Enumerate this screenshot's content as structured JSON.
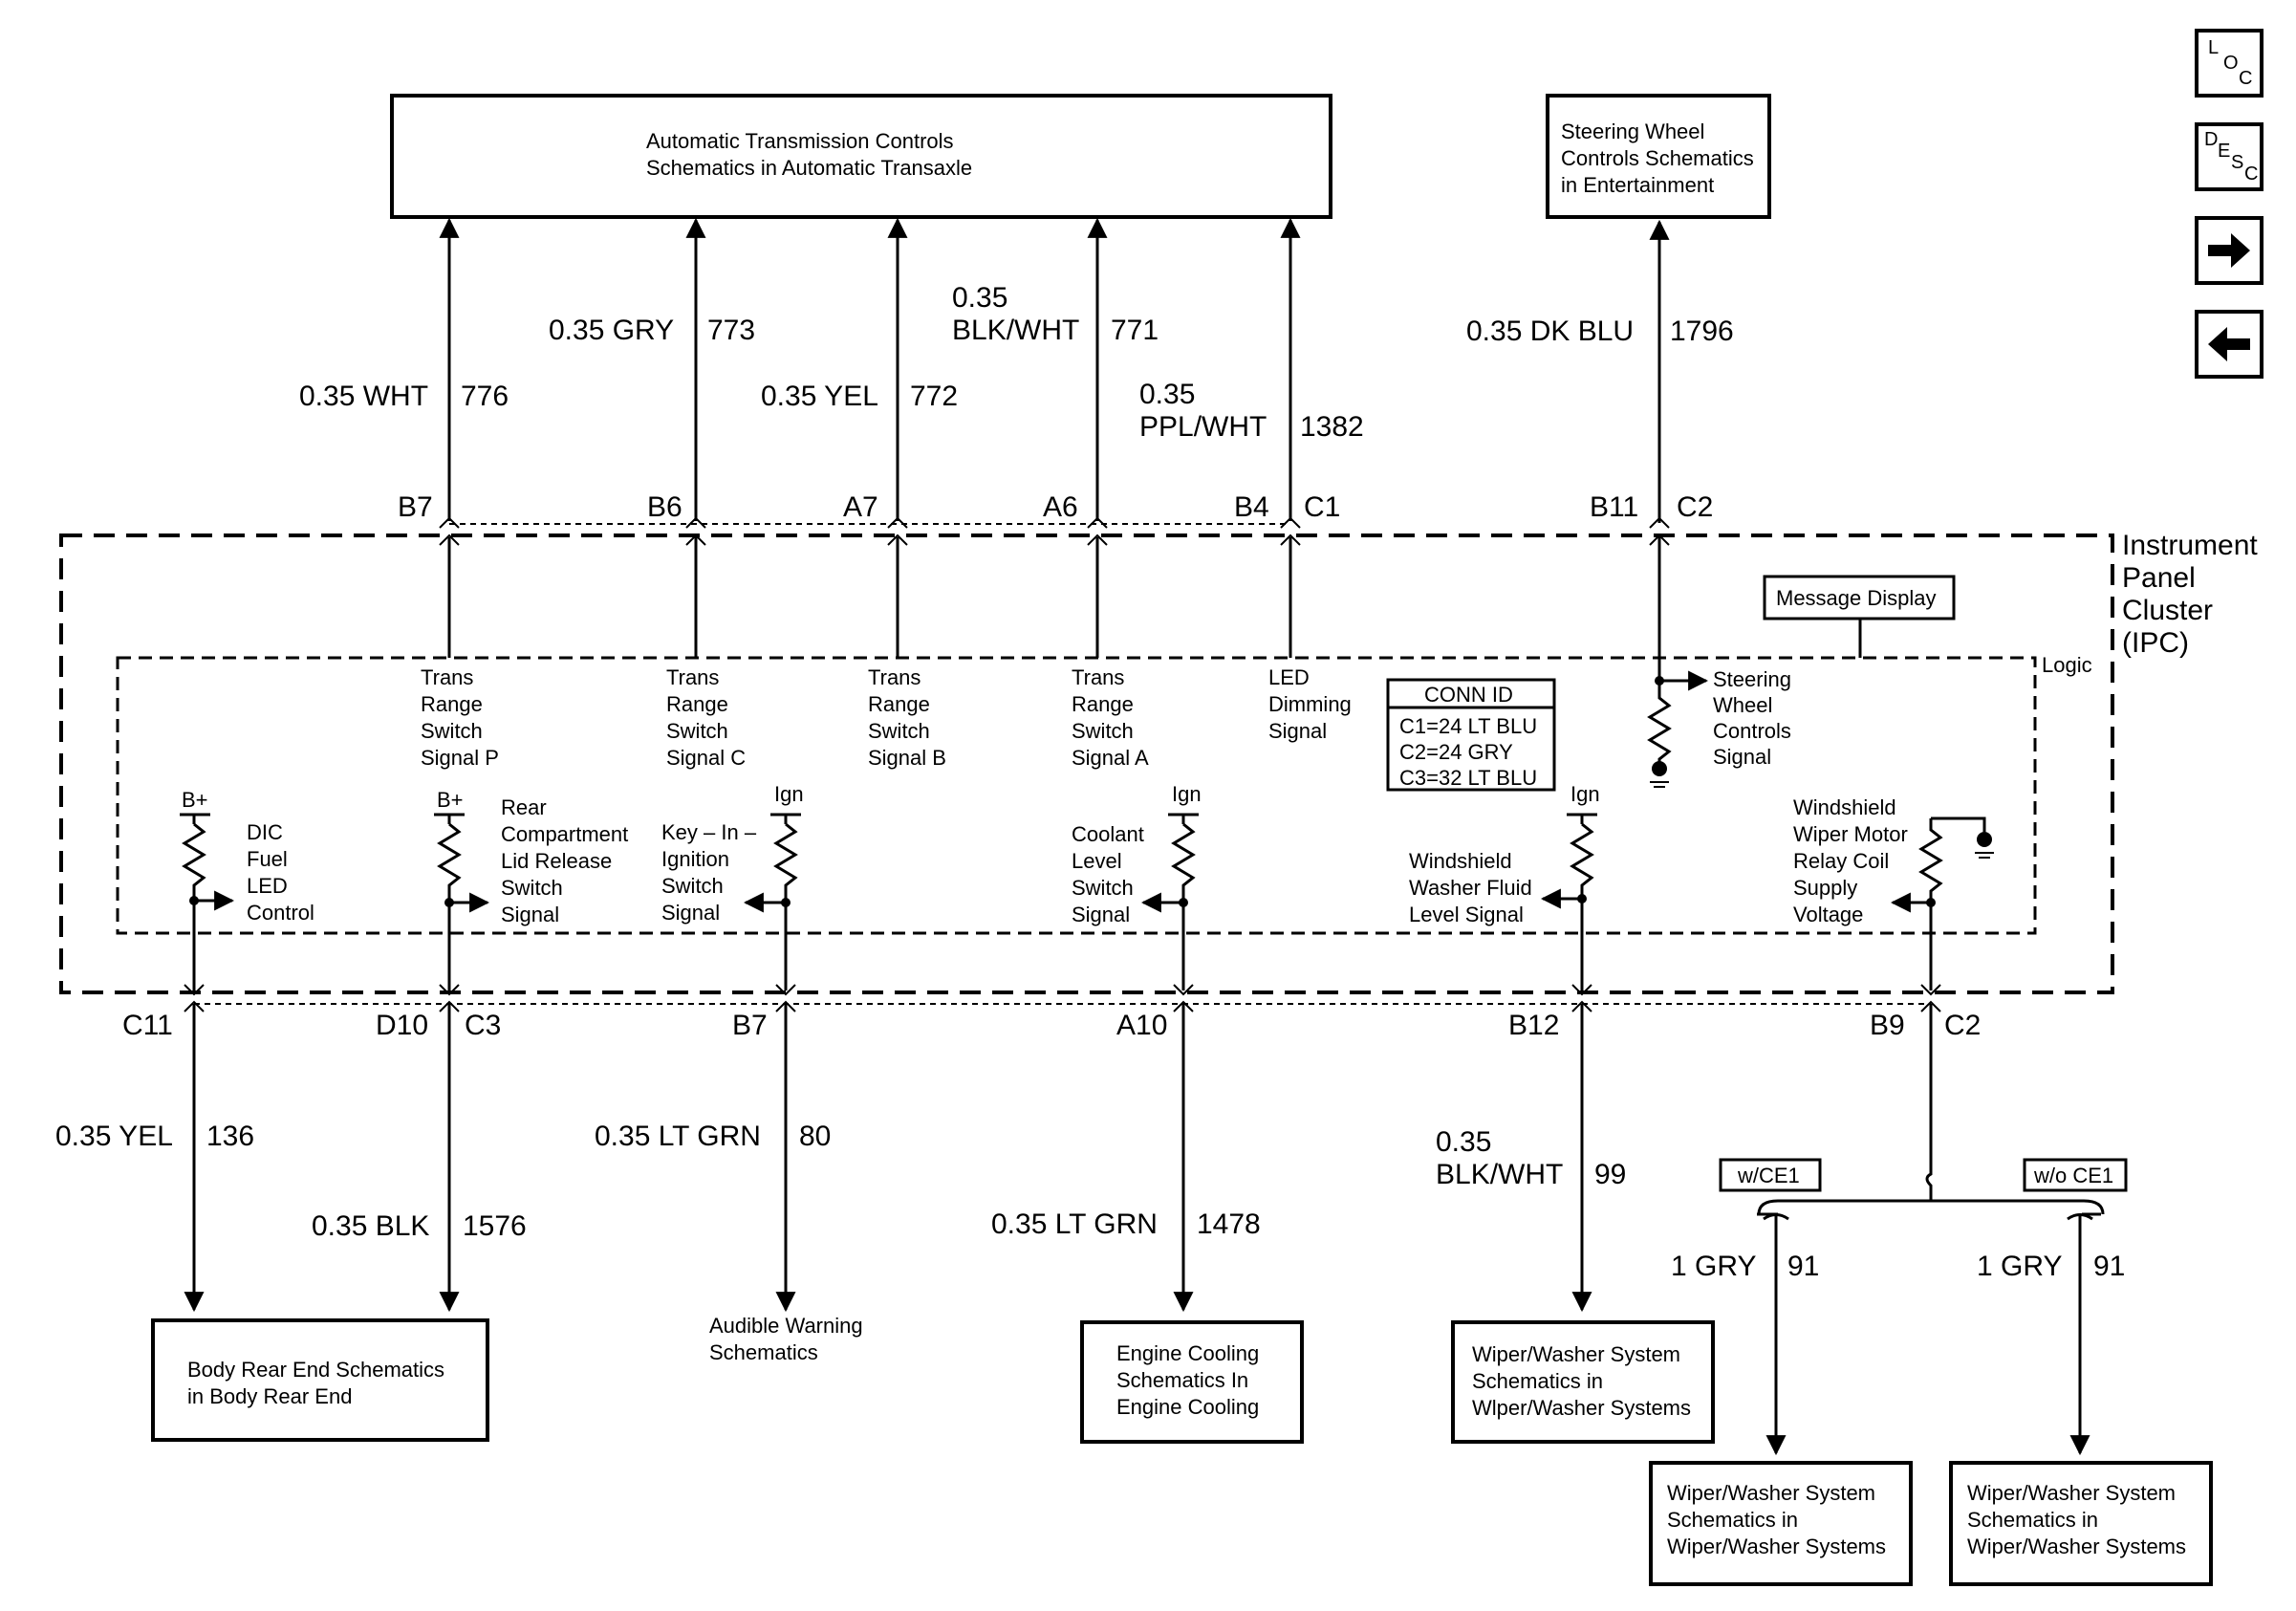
{
  "boxes": {
    "atc": [
      "Automatic Transmission Controls",
      "Schematics in Automatic Transaxle"
    ],
    "swc": [
      "Steering Wheel",
      "Controls Schematics",
      "in Entertainment"
    ],
    "message_display": "Message Display",
    "body_rear": [
      "Body Rear End Schematics",
      "in Body Rear End"
    ],
    "audible": [
      "Audible Warning",
      "Schematics"
    ],
    "engine": [
      "Engine Cooling",
      "Schematics In",
      "Engine Cooling"
    ],
    "wiper_center": [
      "Wiper/Washer System",
      "Schematics in",
      "Wlper/Washer Systems"
    ],
    "wiper_left": [
      "Wiper/Washer System",
      "Schematics in",
      "Wiper/Washer Systems"
    ],
    "wiper_right": [
      "Wiper/Washer System",
      "Schematics in",
      "Wiper/Washer Systems"
    ]
  },
  "module": {
    "name": [
      "Instrument",
      "Panel",
      "Cluster",
      "(IPC)"
    ],
    "logic": "Logic",
    "conn_id": {
      "title": "CONN ID",
      "lines": [
        "C1=24 LT BLU",
        "C2=24 GRY",
        "C3=32 LT BLU"
      ]
    }
  },
  "top_wires": [
    {
      "spec": [
        "0.35 WHT"
      ],
      "circuit": "776",
      "pin": "B7",
      "signal": [
        "Trans",
        "Range",
        "Switch",
        "Signal P"
      ]
    },
    {
      "spec": [
        "0.35 GRY"
      ],
      "circuit": "773",
      "pin": "B6",
      "signal": [
        "Trans",
        "Range",
        "Switch",
        "Signal C"
      ]
    },
    {
      "spec": [
        "0.35 YEL"
      ],
      "circuit": "772",
      "pin": "A7",
      "signal": [
        "Trans",
        "Range",
        "Switch",
        "Signal B"
      ]
    },
    {
      "spec": [
        "0.35",
        "BLK/WHT"
      ],
      "circuit": "771",
      "pin": "A6",
      "signal": [
        "Trans",
        "Range",
        "Switch",
        "Signal A"
      ]
    },
    {
      "spec": [
        "0.35",
        "PPL/WHT"
      ],
      "circuit": "1382",
      "pin": "B4",
      "signal": [
        "LED",
        "Dimming",
        "Signal"
      ]
    },
    {
      "spec": [
        "0.35 DK BLU"
      ],
      "circuit": "1796",
      "pin": "B11",
      "signal": [
        "Steering",
        "Wheel",
        "Controls",
        "Signal"
      ]
    }
  ],
  "top_connectors": [
    "C1",
    "C2"
  ],
  "bottom_wires": [
    {
      "spec": [
        "0.35 YEL"
      ],
      "circuit": "136",
      "pin": "C11",
      "supply": "B+",
      "signal": [
        "DIC",
        "Fuel",
        "LED",
        "Control"
      ]
    },
    {
      "spec": [
        "0.35 BLK"
      ],
      "circuit": "1576",
      "pin": "D10",
      "supply": "B+",
      "signal": [
        "Rear",
        "Compartment",
        "Lid Release",
        "Switch",
        "Signal"
      ]
    },
    {
      "spec": [
        "0.35 LT GRN"
      ],
      "circuit": "80",
      "pin": "B7",
      "supply": "Ign",
      "signal": [
        "Key – In –",
        "Ignition",
        "Switch",
        "Signal"
      ]
    },
    {
      "spec": [
        "0.35 LT GRN"
      ],
      "circuit": "1478",
      "pin": "A10",
      "supply": "Ign",
      "signal": [
        "Coolant",
        "Level",
        "Switch",
        "Signal"
      ]
    },
    {
      "spec": [
        "0.35",
        "BLK/WHT"
      ],
      "circuit": "99",
      "pin": "B12",
      "supply": "Ign",
      "signal": [
        "Windshield",
        "Washer Fluid",
        "Level Signal"
      ]
    },
    {
      "spec": [],
      "circuit": "",
      "pin": "B9",
      "supply": "",
      "signal": [
        "Windshield",
        "Wiper Motor",
        "Relay Coil",
        "Supply",
        "Voltage"
      ]
    }
  ],
  "bottom_connectors": [
    "C3",
    "C2"
  ],
  "options": {
    "with": "w/CE1",
    "without": "w/o CE1",
    "left_wire": {
      "spec": "1 GRY",
      "circuit": "91"
    },
    "right_wire": {
      "spec": "1 GRY",
      "circuit": "91"
    }
  },
  "nav": {
    "loc": [
      "L",
      "O",
      "C"
    ],
    "desc": [
      "D",
      "E",
      "S",
      "C"
    ],
    "forward": "→",
    "back": "←"
  }
}
